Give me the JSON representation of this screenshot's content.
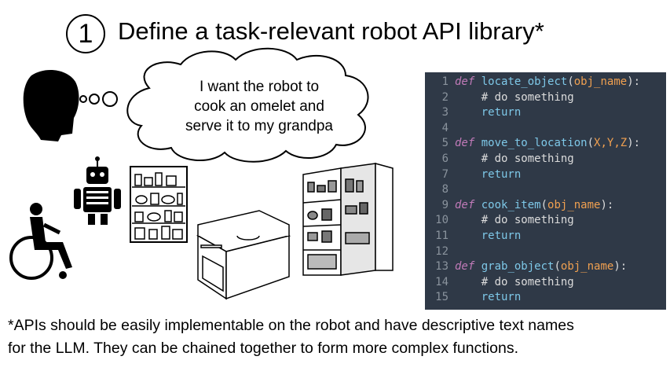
{
  "step_number": "1",
  "title": "Define a task-relevant robot API library*",
  "thought_bubble": {
    "lines": [
      "I want the robot to",
      "cook an omelet and",
      "serve it to my grandpa"
    ]
  },
  "code": {
    "keyword": "def",
    "comment": "# do something",
    "return_kw": "return",
    "line_numbers": [
      "1",
      "2",
      "3",
      "4",
      "5",
      "6",
      "7",
      "8",
      "9",
      "10",
      "11",
      "12",
      "13",
      "14",
      "15"
    ],
    "functions": [
      {
        "name": "locate_object",
        "params": "obj_name"
      },
      {
        "name": "move_to_location",
        "params": "X,Y,Z"
      },
      {
        "name": "cook_item",
        "params": "obj_name"
      },
      {
        "name": "grab_object",
        "params": "obj_name"
      }
    ]
  },
  "footnote": {
    "line1": "*APIs should be easily implementable on the robot and have descriptive text names",
    "line2": "for the LLM. They can be chained together to form more complex functions."
  }
}
